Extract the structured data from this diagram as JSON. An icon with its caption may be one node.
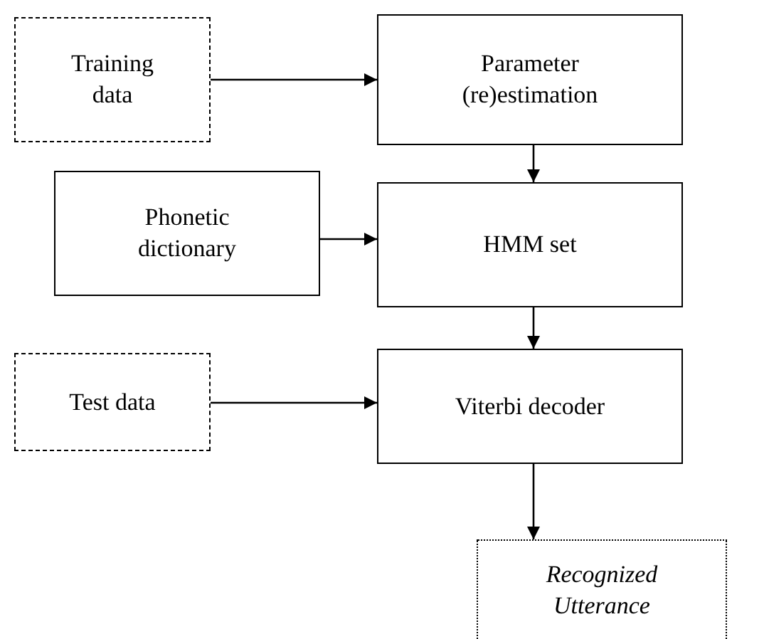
{
  "diagram": {
    "nodes": [
      {
        "text": [
          "Training data"
        ]
      },
      {
        "text": [
          "Parameter (re)estimation"
        ]
      },
      {
        "text": [
          "Phonetic dictionary"
        ]
      },
      {
        "text": [
          "HMM set"
        ]
      },
      {
        "text": [
          "Test data"
        ]
      },
      {
        "text": [
          "Viterbi decoder"
        ]
      },
      {
        "text": [
          "Recognized Utterance"
        ]
      }
    ],
    "edges": [
      {
        "from": 0,
        "to": 1,
        "arrow": "to"
      },
      {
        "from": 1,
        "to": 3,
        "arrow": "to"
      },
      {
        "from": 2,
        "to": 3,
        "arrow": "to"
      },
      {
        "from": 3,
        "to": 5,
        "arrow": "to"
      },
      {
        "from": 4,
        "to": 5,
        "arrow": "to"
      },
      {
        "from": 5,
        "to": 6,
        "arrow": "to"
      }
    ]
  }
}
